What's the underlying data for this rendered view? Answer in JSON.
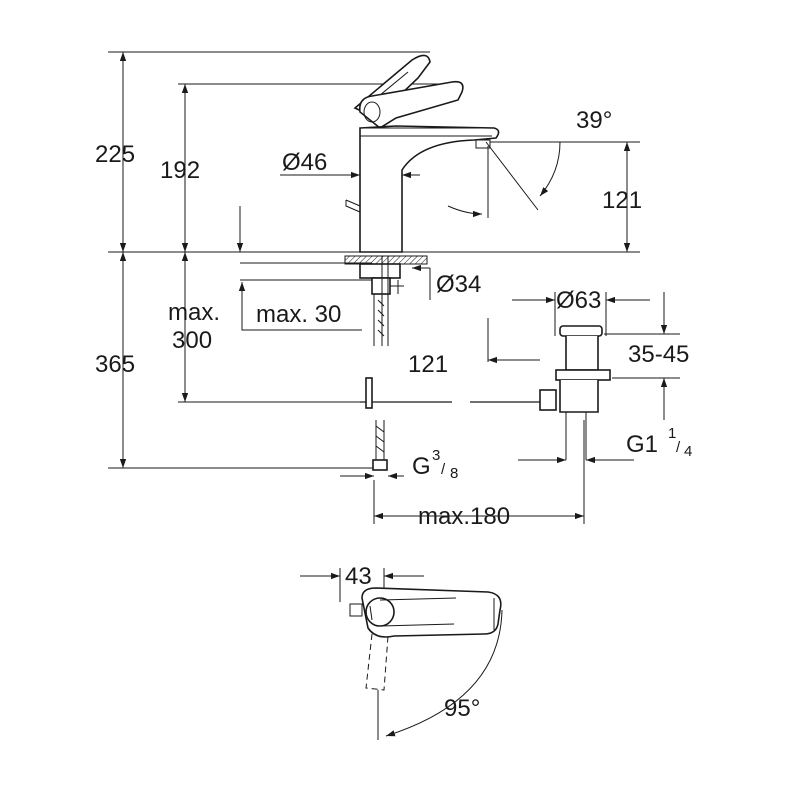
{
  "dimensions": {
    "height_total": "225",
    "height_spout": "192",
    "diameter_body": "Ø46",
    "angle_spout": "39°",
    "height_outlet": "121",
    "diameter_base": "Ø34",
    "max_30": "max. 30",
    "max_label": "max.",
    "max_300": "300",
    "below_365": "365",
    "projection_121": "121",
    "diameter_waste": "Ø63",
    "range_35_45": "35-45",
    "thread_waste": "G1",
    "thread_waste_num": "1",
    "thread_waste_den": "4",
    "thread_hose": "G",
    "thread_hose_num": "3",
    "thread_hose_den": "8",
    "max_180": "max.180",
    "width_43": "43",
    "angle_rotation": "95°"
  },
  "colors": {
    "line": "#1a1a1a",
    "background": "#ffffff"
  }
}
